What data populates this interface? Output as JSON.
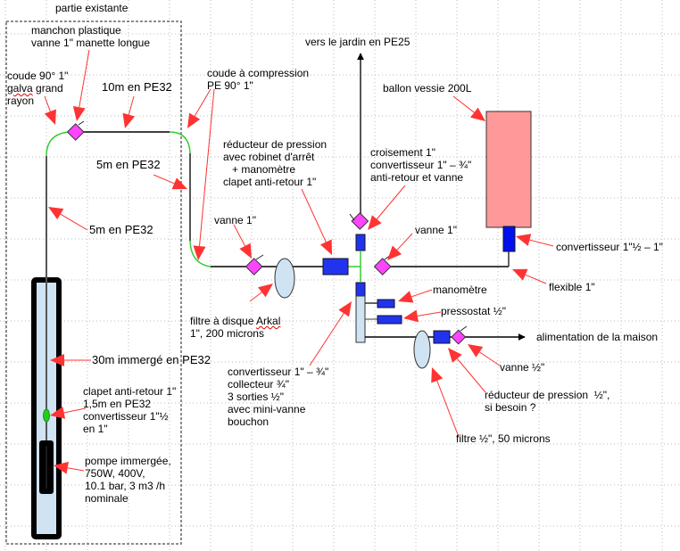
{
  "title": "partie existante",
  "colors": {
    "pipe": "#000000",
    "pipe_grey": "#555555",
    "elbow": "#33cc33",
    "valve": "#ff44ff",
    "converter": "#2233ee",
    "filter": "#cfe3f2",
    "tank": "#ff9999",
    "arrow": "#ff3333",
    "well_fill": "#cfe3f2",
    "grid": "#bbbbbb"
  },
  "labels": {
    "partie_existante": "partie existante",
    "manchon": "manchon plastique\nvanne 1\" manette longue",
    "coude_galva_1": "coude 90° 1\"",
    "coude_galva_2": "galva",
    "coude_galva_3": " grand",
    "coude_galva_4": "rayon",
    "tuyau_10m": "10m en PE32",
    "coude_compression": "coude à compression\nPE 90° 1\"",
    "tuyau_5m_a": "5m en PE32",
    "tuyau_5m_b": "5m en PE32",
    "reducteur": "réducteur de pression\navec robinet d'arrêt\n   + manomètre\nclapet anti-retour 1\"",
    "vers_jardin": "vers le jardin en PE25",
    "ballon": "ballon vessie 200L",
    "croisement": "croisement 1\"\nconvertisseur 1\" – ¾\"\nanti-retour et vanne",
    "vanne_1_left": "vanne 1\"",
    "vanne_1_right": "vanne 1\"",
    "convertisseur_ballon": "convertisseur 1\"½ – 1\"",
    "flexible": "flexible 1\"",
    "manometre": "manomètre",
    "pressostat": "pressostat ½\"",
    "alimentation": "alimentation de la maison",
    "filtre_arkal_1": "filtre à disque ",
    "filtre_arkal_2": "Arkal",
    "filtre_arkal_3": "1\", 200 microns",
    "tuyau_30m": "30m immergé en PE32",
    "clapet_puits": "clapet anti-retour 1\"\n1,5m en PE32\nconvertisseur 1\"½\nen 1\"",
    "collecteur": "convertisseur 1\" – ¾\"\ncollecteur ¾\"\n3 sorties ½\"\navec mini-vanne\nbouchon",
    "vanne_demi": "vanne ½\"",
    "reducteur_demi": "réducteur de pression  ½\",\nsi besoin ?",
    "filtre_demi": "filtre ½\", 50 microns",
    "pompe": "pompe immergée,\n750W, 400V,\n10.1 bar, 3 m3 /h\nnominale"
  }
}
